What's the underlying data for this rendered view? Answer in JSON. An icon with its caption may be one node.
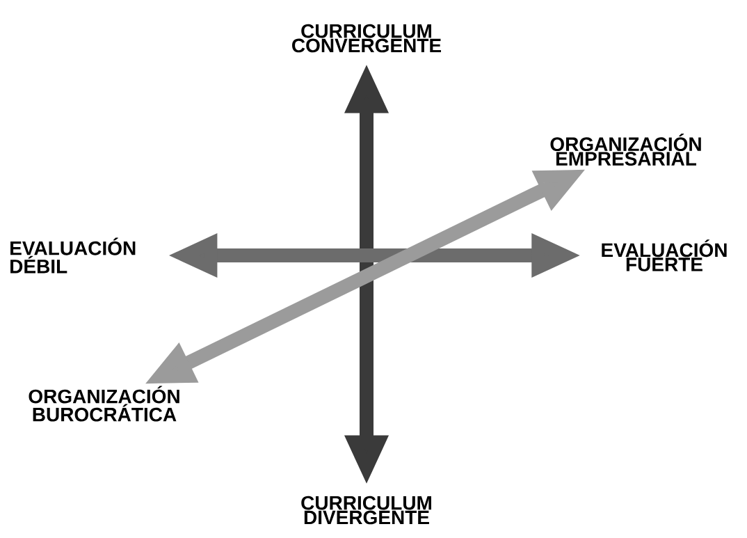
{
  "diagram": {
    "nodes": [
      {
        "text": [
          "CURRICULUM CONVERGENTE"
        ]
      },
      {
        "text": [
          "ORGANIZACIÓN EMPRESARIAL"
        ]
      },
      {
        "text": [
          "EVALUACIÓN DÉBIL"
        ]
      },
      {
        "text": [
          "EVALUACIÓN FUERTE"
        ]
      },
      {
        "text": [
          "ORGANIZACIÓN BUROCRÁTICA"
        ]
      },
      {
        "text": [
          "CURRICULUM DIVERGENTE"
        ]
      }
    ],
    "edges": [
      {
        "from": 0,
        "to": 5,
        "arrow": "both",
        "color": "#3a3a3a"
      },
      {
        "from": 2,
        "to": 3,
        "arrow": "both",
        "color": "#6c6c6c"
      },
      {
        "from": 4,
        "to": 1,
        "arrow": "both",
        "color": "#9b9b9b"
      }
    ]
  }
}
